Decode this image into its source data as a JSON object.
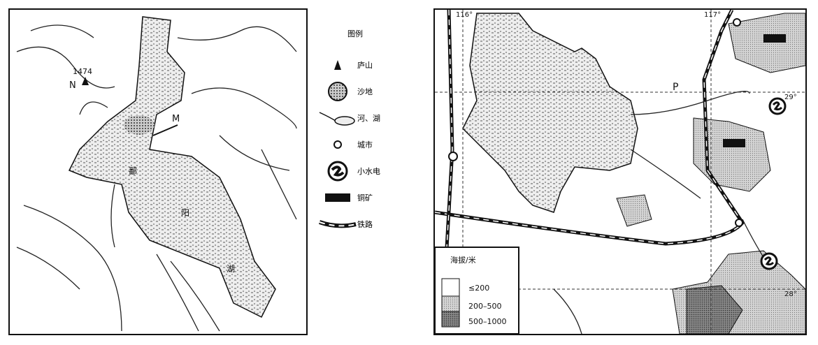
{
  "left_map": {
    "peak_elevation": "1474",
    "peak_label": "N",
    "point_label": "M",
    "lake_name_chars": [
      "鄱",
      "阳",
      "湖"
    ]
  },
  "legend": {
    "title": "图例",
    "items": [
      {
        "icon": "mountain-peak-icon",
        "label": "庐山"
      },
      {
        "icon": "sand-icon",
        "label": "沙地"
      },
      {
        "icon": "river-lake-icon",
        "label": "河、湖"
      },
      {
        "icon": "city-icon",
        "label": "城市"
      },
      {
        "icon": "hydropower-icon",
        "label": "小水电"
      },
      {
        "icon": "copper-mine-icon",
        "label": "铜矿"
      },
      {
        "icon": "railway-icon",
        "label": "铁路"
      }
    ]
  },
  "right_map": {
    "lon_labels": [
      "116°",
      "117°"
    ],
    "lat_labels": [
      "29°",
      "28°"
    ],
    "point_label": "P",
    "elevation_legend": {
      "title": "海拔/米",
      "classes": [
        {
          "label": "≤200",
          "color": "#ffffff"
        },
        {
          "label": "200–500",
          "color": "#c8c8c8"
        },
        {
          "label": "500–1000",
          "color": "#7a7a7a"
        }
      ]
    }
  }
}
